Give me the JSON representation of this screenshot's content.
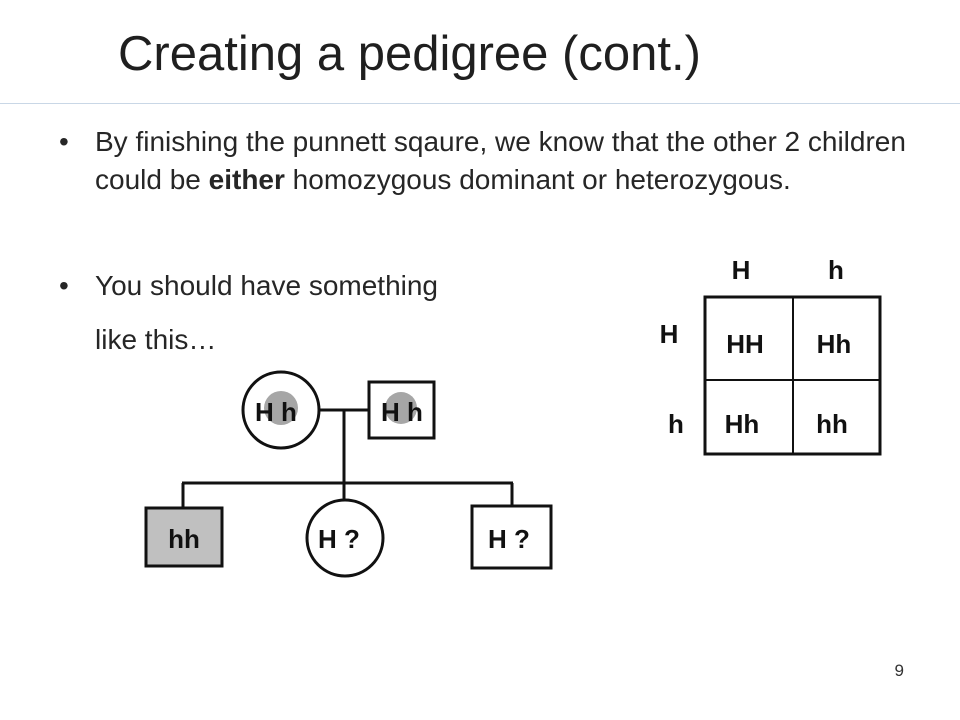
{
  "slide": {
    "title": "Creating a pedigree (cont.)",
    "page_number": "9"
  },
  "bullets": [
    {
      "marker": "•",
      "before": "By finishing the punnett sqaure, we know that the other 2 children could be ",
      "emphasis": "either",
      "after": " homozygous dominant or heterozygous."
    },
    {
      "marker": "•",
      "line1": "You should have something",
      "line2": "like this…"
    }
  ],
  "punnett": {
    "col_headers": [
      "H",
      "h"
    ],
    "row_headers": [
      "H",
      "h"
    ],
    "cells": [
      [
        "HH",
        "Hh"
      ],
      [
        "Hh",
        "hh"
      ]
    ]
  },
  "pedigree": {
    "mother": {
      "shape": "circle",
      "genotype": "H h",
      "carrier_dot": true
    },
    "father": {
      "shape": "square",
      "genotype": "H h",
      "carrier_dot": true
    },
    "children": [
      {
        "shape": "square",
        "genotype": "hh",
        "affected": true
      },
      {
        "shape": "circle",
        "genotype": "H ?",
        "affected": false
      },
      {
        "shape": "square",
        "genotype": "H ?",
        "affected": false
      }
    ]
  },
  "colors": {
    "affected_fill": "#c0c0c0",
    "carrier_dot": "#a6a6a6",
    "title_rule": "#c9d7e6"
  }
}
